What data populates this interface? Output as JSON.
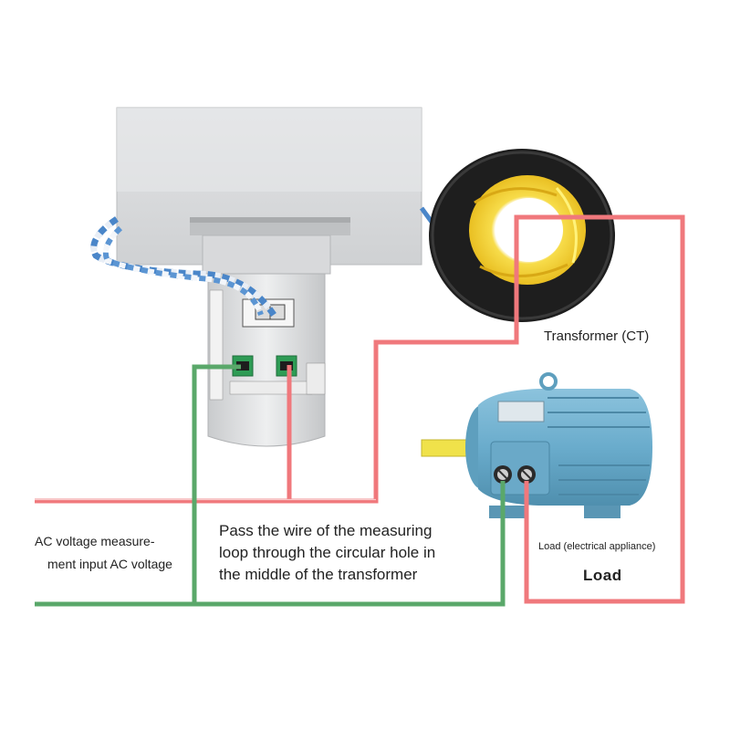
{
  "labels": {
    "transformer": "Transformer (CT)",
    "ac_line1": "AC voltage measure-",
    "ac_line2": "ment input AC voltage",
    "pass_line1": "Pass the wire of the measuring",
    "pass_line2": "loop through the circular hole in",
    "pass_line3": "the middle of the transformer",
    "load_small": "Load (electrical appliance)",
    "load": "Load"
  },
  "colors": {
    "red_wire": "#f0787c",
    "green_wire": "#5aa86a",
    "meter_housing": "#d9dbdd",
    "ct_ring": "#1c1c1c",
    "ct_core": "#f5d23a",
    "motor_body": "#6fb0cf",
    "motor_shaft": "#f0e040"
  },
  "icons": {
    "meter": "panel-meter-icon",
    "ct": "current-transformer-icon",
    "motor": "electric-motor-icon"
  }
}
